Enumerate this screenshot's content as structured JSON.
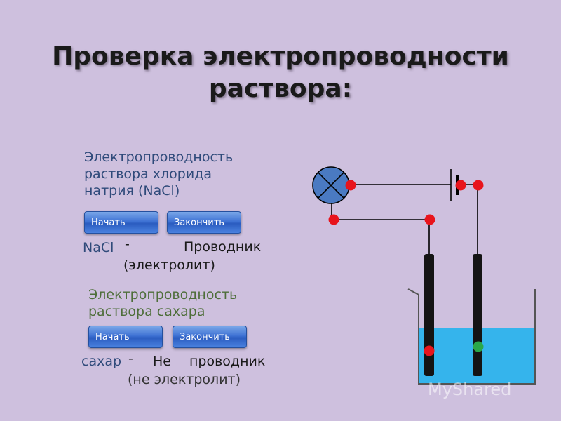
{
  "title_line1": "Проверка электропроводности",
  "title_line2": "раствора:",
  "nacl_section": {
    "label_line1": "Электропроводность",
    "label_line2": "раствора хлорида",
    "label_line3": "натрия (NaCl)",
    "start_button": "Начать",
    "end_button": "Закончить",
    "result_subject": "NaCl",
    "result_dash": "-",
    "result_word": "Проводник",
    "result_note": "(электролит)"
  },
  "sugar_section": {
    "label_line1": "Электропроводность",
    "label_line2": "раствора сахара",
    "start_button": "Начать",
    "end_button": "Закончить",
    "result_subject": "сахар",
    "result_dash": "-",
    "result_word1": "Не",
    "result_word2": "проводник",
    "result_note": "(не электролит)"
  },
  "watermark": "MyShared",
  "colors": {
    "background": "#cec0de",
    "lamp": "#4a7ac2",
    "solution": "#35b4ec",
    "contact_red": "#e8141c",
    "contact_green": "#2aa84a"
  }
}
